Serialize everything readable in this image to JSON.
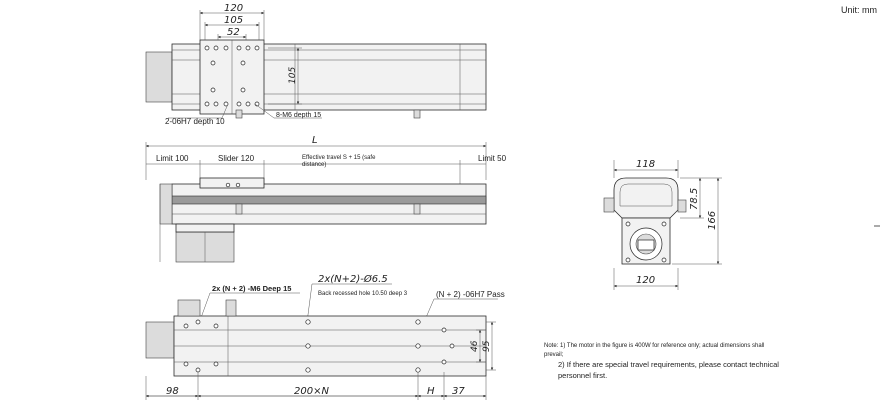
{
  "unit_label": "Unit: mm",
  "top_view": {
    "dim_width_120": "120",
    "dim_width_105": "105",
    "dim_width_52": "52",
    "dim_height_105": "105",
    "callout_pin": "2-06H7 depth 10",
    "callout_tap": "8-M6 depth 15"
  },
  "side_view": {
    "dim_total": "L",
    "limit_left": "Limit 100",
    "slider": "Slider 120",
    "effective_travel_1": "Effective travel S + 15 (safe",
    "effective_travel_2": "distance)",
    "limit_right": "Limit 50"
  },
  "end_view": {
    "dim_top_width": "118",
    "dim_height_785": "78.5",
    "dim_height_166": "166",
    "dim_bottom_width": "120"
  },
  "bottom_view": {
    "callout_tap": "2x (N + 2) -M6 Deep 15",
    "callout_hole": "2x(N+2)-Ø6.5",
    "callout_recess": "Back recessed hole 10.50 deep 3",
    "callout_pin": "(N + 2) -06H7 Pass",
    "dim_46": "46",
    "dim_95": "95",
    "dim_98": "98",
    "dim_pitch": "200×N",
    "dim_h": "H",
    "dim_37": "37"
  },
  "notes": {
    "note1_line1": "Note: 1) The motor in the figure is 400W for reference only; actual dimensions shall",
    "note1_line2": "prevail;",
    "note2_line1": "2) If there are special travel requirements, please contact technical",
    "note2_line2": "personnel first."
  }
}
